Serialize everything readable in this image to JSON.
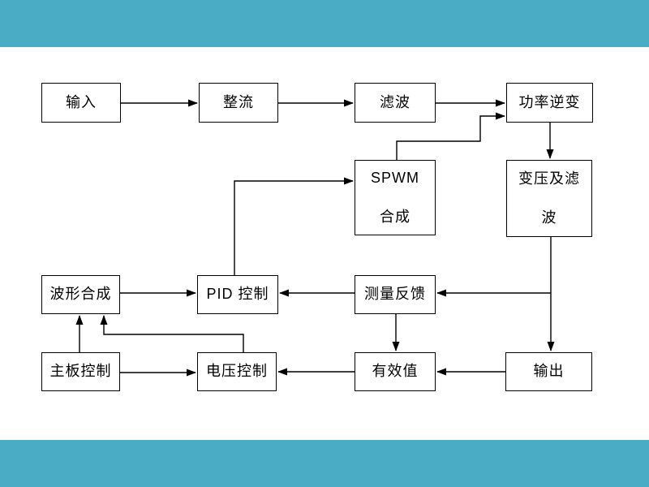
{
  "slide": {
    "background_color": "#FFFFFF",
    "band_color": "#4BACC6",
    "text_color": "#000000",
    "line_color": "#000000"
  },
  "nodes": {
    "input": {
      "label": "输入"
    },
    "rectifier": {
      "label": "整流"
    },
    "filter": {
      "label": "滤波"
    },
    "power_inverter": {
      "label": "功率逆变"
    },
    "spwm_synthesis": {
      "lines": [
        "SPWM",
        "合成"
      ]
    },
    "transformer_filter": {
      "lines": [
        "变压及滤",
        "波"
      ]
    },
    "waveform_synthesis": {
      "label": "波形合成"
    },
    "pid_control": {
      "label": "PID 控制"
    },
    "measurement_feedback": {
      "label": "测量反馈"
    },
    "mainboard_control": {
      "label": "主板控制"
    },
    "voltage_control": {
      "label": "电压控制"
    },
    "rms_value": {
      "label": "有效值"
    },
    "output": {
      "label": "输出"
    }
  },
  "edges": [
    {
      "from": "输入",
      "to": "整流"
    },
    {
      "from": "整流",
      "to": "滤波"
    },
    {
      "from": "滤波",
      "to": "功率逆变"
    },
    {
      "from": "SPWM 合成",
      "to": "功率逆变"
    },
    {
      "from": "功率逆变",
      "to": "变压及滤波"
    },
    {
      "from": "变压及滤波",
      "to": "输出"
    },
    {
      "from": "变压及滤波",
      "to": "测量反馈"
    },
    {
      "from": "测量反馈",
      "to": "PID 控制"
    },
    {
      "from": "测量反馈",
      "to": "有效值"
    },
    {
      "from": "输出",
      "to": "有效值"
    },
    {
      "from": "有效值",
      "to": "电压控制"
    },
    {
      "from": "主板控制",
      "to": "电压控制"
    },
    {
      "from": "主板控制",
      "to": "波形合成"
    },
    {
      "from": "电压控制",
      "to": "波形合成"
    },
    {
      "from": "波形合成",
      "to": "PID 控制"
    },
    {
      "from": "PID 控制",
      "to": "SPWM 合成"
    }
  ]
}
